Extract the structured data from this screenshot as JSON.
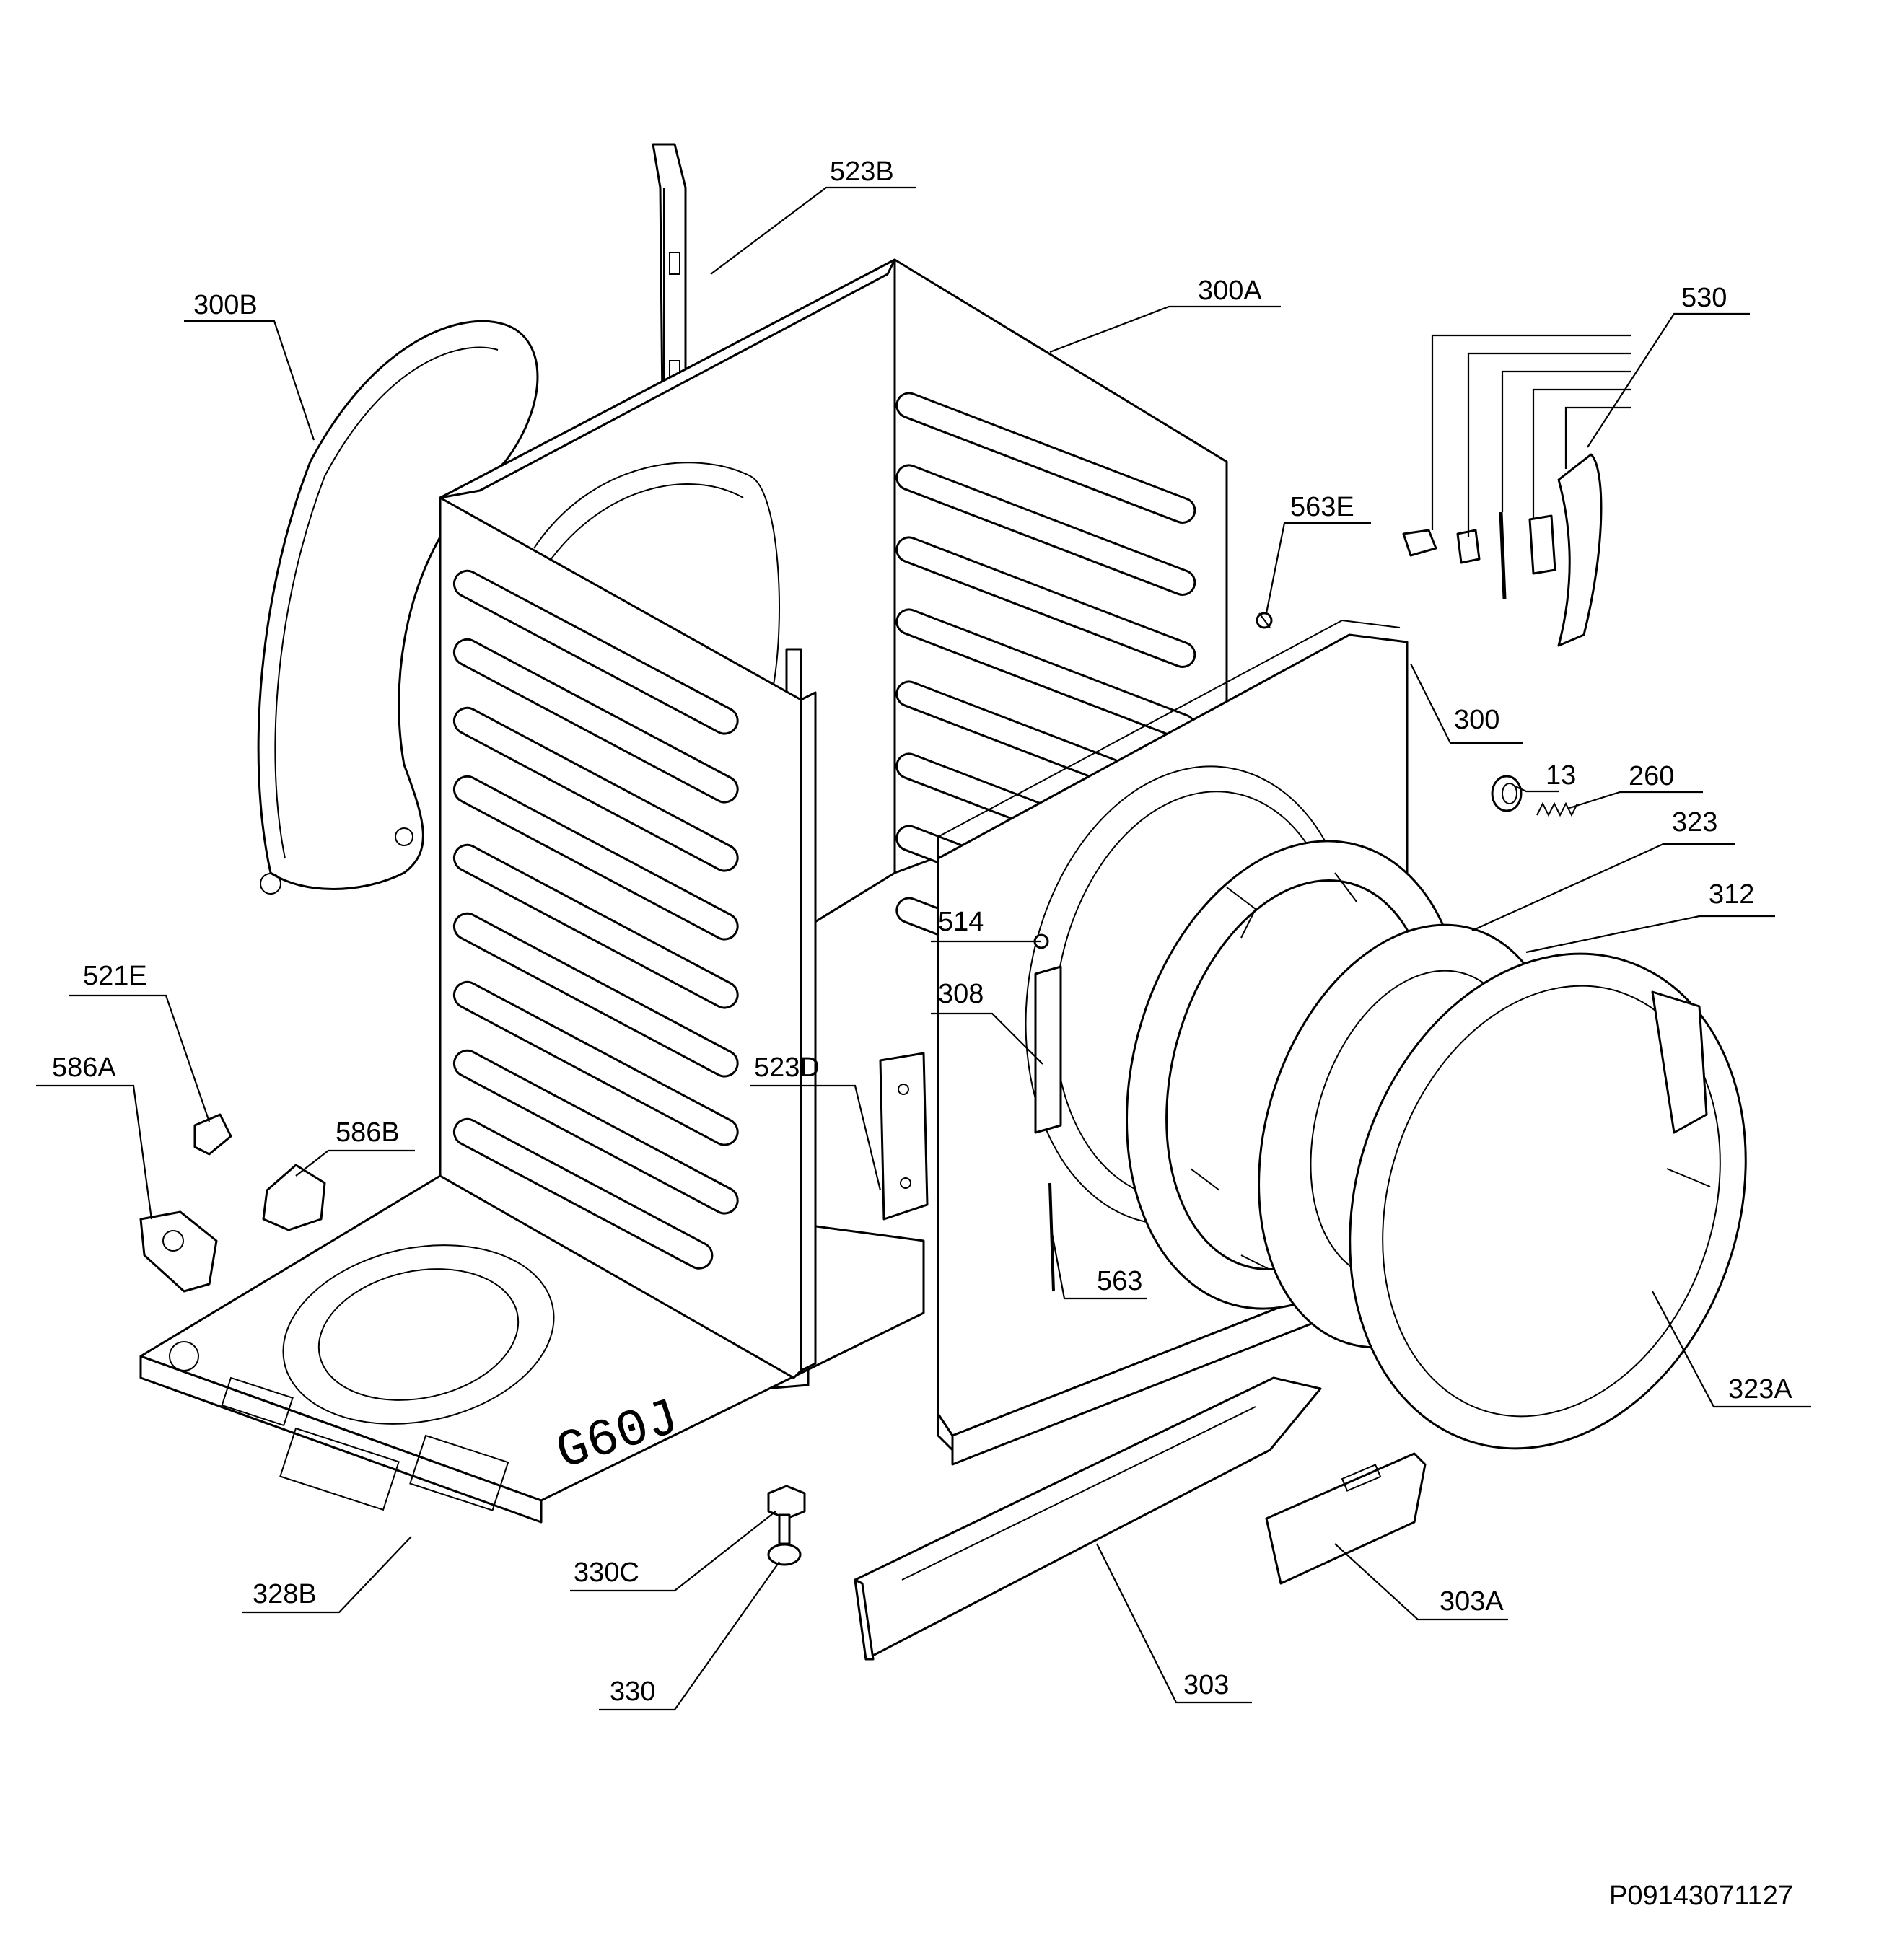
{
  "diagram": {
    "drawing_code": "P09143071127",
    "cabinet_stamp": "G60J",
    "labels": {
      "523B": "523B",
      "300B": "300B",
      "300A": "300A",
      "530": "530",
      "563E": "563E",
      "300": "300",
      "13": "13",
      "260": "260",
      "323": "323",
      "312": "312",
      "514": "514",
      "308": "308",
      "523D": "523D",
      "521E": "521E",
      "586A": "586A",
      "586B": "586B",
      "563": "563",
      "323A": "323A",
      "328B": "328B",
      "330C": "330C",
      "303A": "303A",
      "330": "330",
      "303": "303"
    }
  }
}
